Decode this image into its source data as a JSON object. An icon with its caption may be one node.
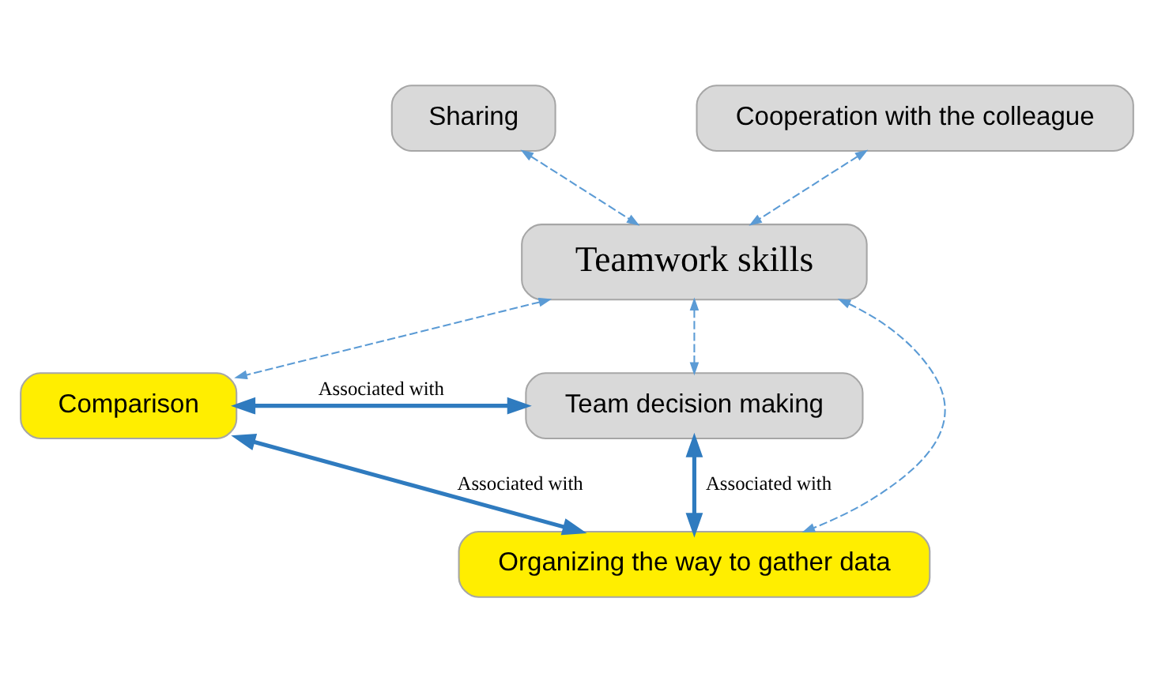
{
  "diagram": {
    "nodes": [
      {
        "text": [
          "Sharing"
        ]
      },
      {
        "text": [
          "Cooperation with the colleague"
        ]
      },
      {
        "text": [
          "Teamwork skills"
        ]
      },
      {
        "text": [
          "Comparison"
        ]
      },
      {
        "text": [
          "Team decision making"
        ]
      },
      {
        "text": [
          "Organizing the way to gather data"
        ]
      }
    ],
    "edges": [
      {
        "from": 0,
        "to": 2,
        "arrow": "both",
        "style": "dashed"
      },
      {
        "from": 1,
        "to": 2,
        "arrow": "both",
        "style": "dashed"
      },
      {
        "from": 2,
        "to": 3,
        "arrow": "both",
        "style": "dashed"
      },
      {
        "from": 2,
        "to": 4,
        "arrow": "both",
        "style": "dashed"
      },
      {
        "from": 2,
        "to": 5,
        "arrow": "both",
        "style": "dashed"
      },
      {
        "from": 3,
        "to": 4,
        "arrow": "both",
        "label": "Associated with",
        "style": "thick",
        "color": "#2f7bbf"
      },
      {
        "from": 3,
        "to": 5,
        "arrow": "both",
        "label": "Associated with",
        "style": "thick",
        "color": "#2f7bbf"
      },
      {
        "from": 5,
        "to": 4,
        "arrow": "both",
        "label": "Associated with",
        "style": "thick",
        "color": "#2f7bbf"
      }
    ]
  }
}
